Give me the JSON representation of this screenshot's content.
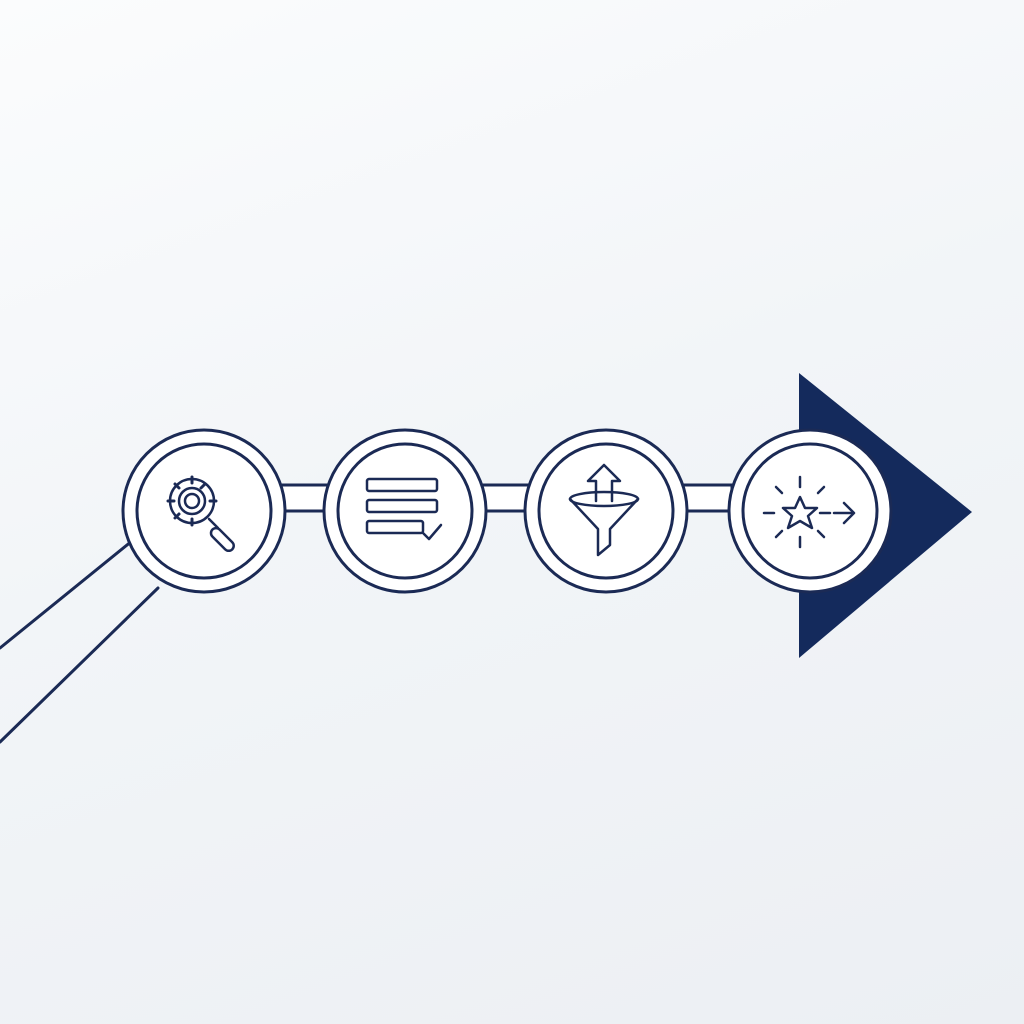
{
  "diagram": {
    "type": "process-flow",
    "colors": {
      "stroke": "#1b2a55",
      "arrowhead": "#142a5c",
      "node_fill": "#ffffff",
      "background": "#f2f5f8"
    },
    "steps": [
      {
        "icon": "search-gear-icon"
      },
      {
        "icon": "checklist-icon"
      },
      {
        "icon": "funnel-icon"
      },
      {
        "icon": "star-sparkle-arrow-icon"
      }
    ],
    "connector": "double-line",
    "end_marker": "arrowhead"
  }
}
